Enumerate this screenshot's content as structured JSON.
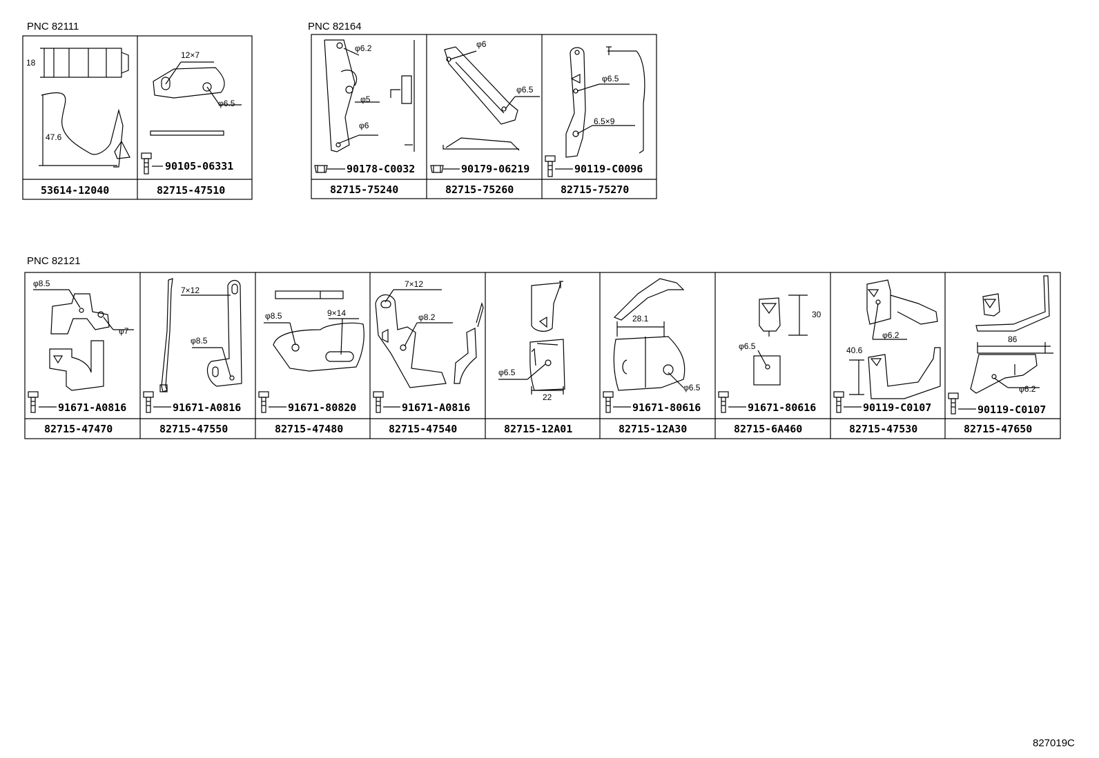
{
  "groups": [
    {
      "pnc": "PNC 82111",
      "items": [
        {
          "part": "53614-12040",
          "bolt": "",
          "dims": [
            "18",
            "47.6"
          ]
        },
        {
          "part": "82715-47510",
          "bolt": "90105-06331",
          "dims": [
            "12×7",
            "φ6.5"
          ]
        }
      ]
    },
    {
      "pnc": "PNC 82164",
      "items": [
        {
          "part": "82715-75240",
          "bolt": "90178-C0032",
          "dims": [
            "φ6.2",
            "φ5",
            "φ6"
          ]
        },
        {
          "part": "82715-75260",
          "bolt": "90179-06219",
          "dims": [
            "φ6",
            "φ6.5"
          ]
        },
        {
          "part": "82715-75270",
          "bolt": "90119-C0096",
          "dims": [
            "φ6.5",
            "6.5×9"
          ]
        }
      ]
    },
    {
      "pnc": "PNC 82121",
      "items": [
        {
          "part": "82715-47470",
          "bolt": "91671-A0816",
          "dims": [
            "φ8.5",
            "φ7"
          ]
        },
        {
          "part": "82715-47550",
          "bolt": "91671-A0816",
          "dims": [
            "7×12",
            "φ8.5"
          ]
        },
        {
          "part": "82715-47480",
          "bolt": "91671-80820",
          "dims": [
            "φ8.5",
            "9×14"
          ]
        },
        {
          "part": "82715-47540",
          "bolt": "91671-A0816",
          "dims": [
            "7×12",
            "φ8.2"
          ]
        },
        {
          "part": "82715-12A01",
          "bolt": "",
          "dims": [
            "φ6.5",
            "22"
          ]
        },
        {
          "part": "82715-12A30",
          "bolt": "91671-80616",
          "dims": [
            "28.1",
            "φ6.5"
          ]
        },
        {
          "part": "82715-6A460",
          "bolt": "91671-80616",
          "dims": [
            "30",
            "φ6.5"
          ]
        },
        {
          "part": "82715-47530",
          "bolt": "90119-C0107",
          "dims": [
            "40.6",
            "φ6.2"
          ]
        },
        {
          "part": "82715-47650",
          "bolt": "90119-C0107",
          "dims": [
            "86",
            "φ6.2"
          ]
        }
      ]
    }
  ],
  "footer_code": "827019C"
}
